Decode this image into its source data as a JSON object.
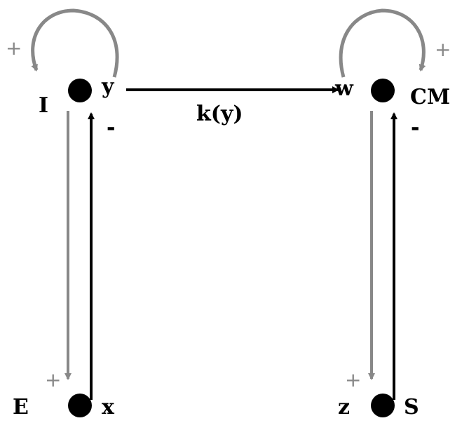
{
  "nodes": {
    "I": {
      "name": "I",
      "var": "y"
    },
    "CM": {
      "name": "CM",
      "var": "w"
    },
    "E": {
      "name": "E",
      "var": "x"
    },
    "S": {
      "name": "S",
      "var": "z"
    }
  },
  "edges": {
    "I_self": {
      "sign": "+"
    },
    "CM_self": {
      "sign": "+"
    },
    "I_to_CM": {
      "label": "k(y)"
    },
    "I_to_E": {
      "sign": "+"
    },
    "E_to_I": {
      "sign": "-"
    },
    "CM_to_S": {
      "sign": "+"
    },
    "S_to_CM": {
      "sign": "-"
    }
  },
  "colors": {
    "positive": "#888888",
    "negative": "#000000"
  }
}
